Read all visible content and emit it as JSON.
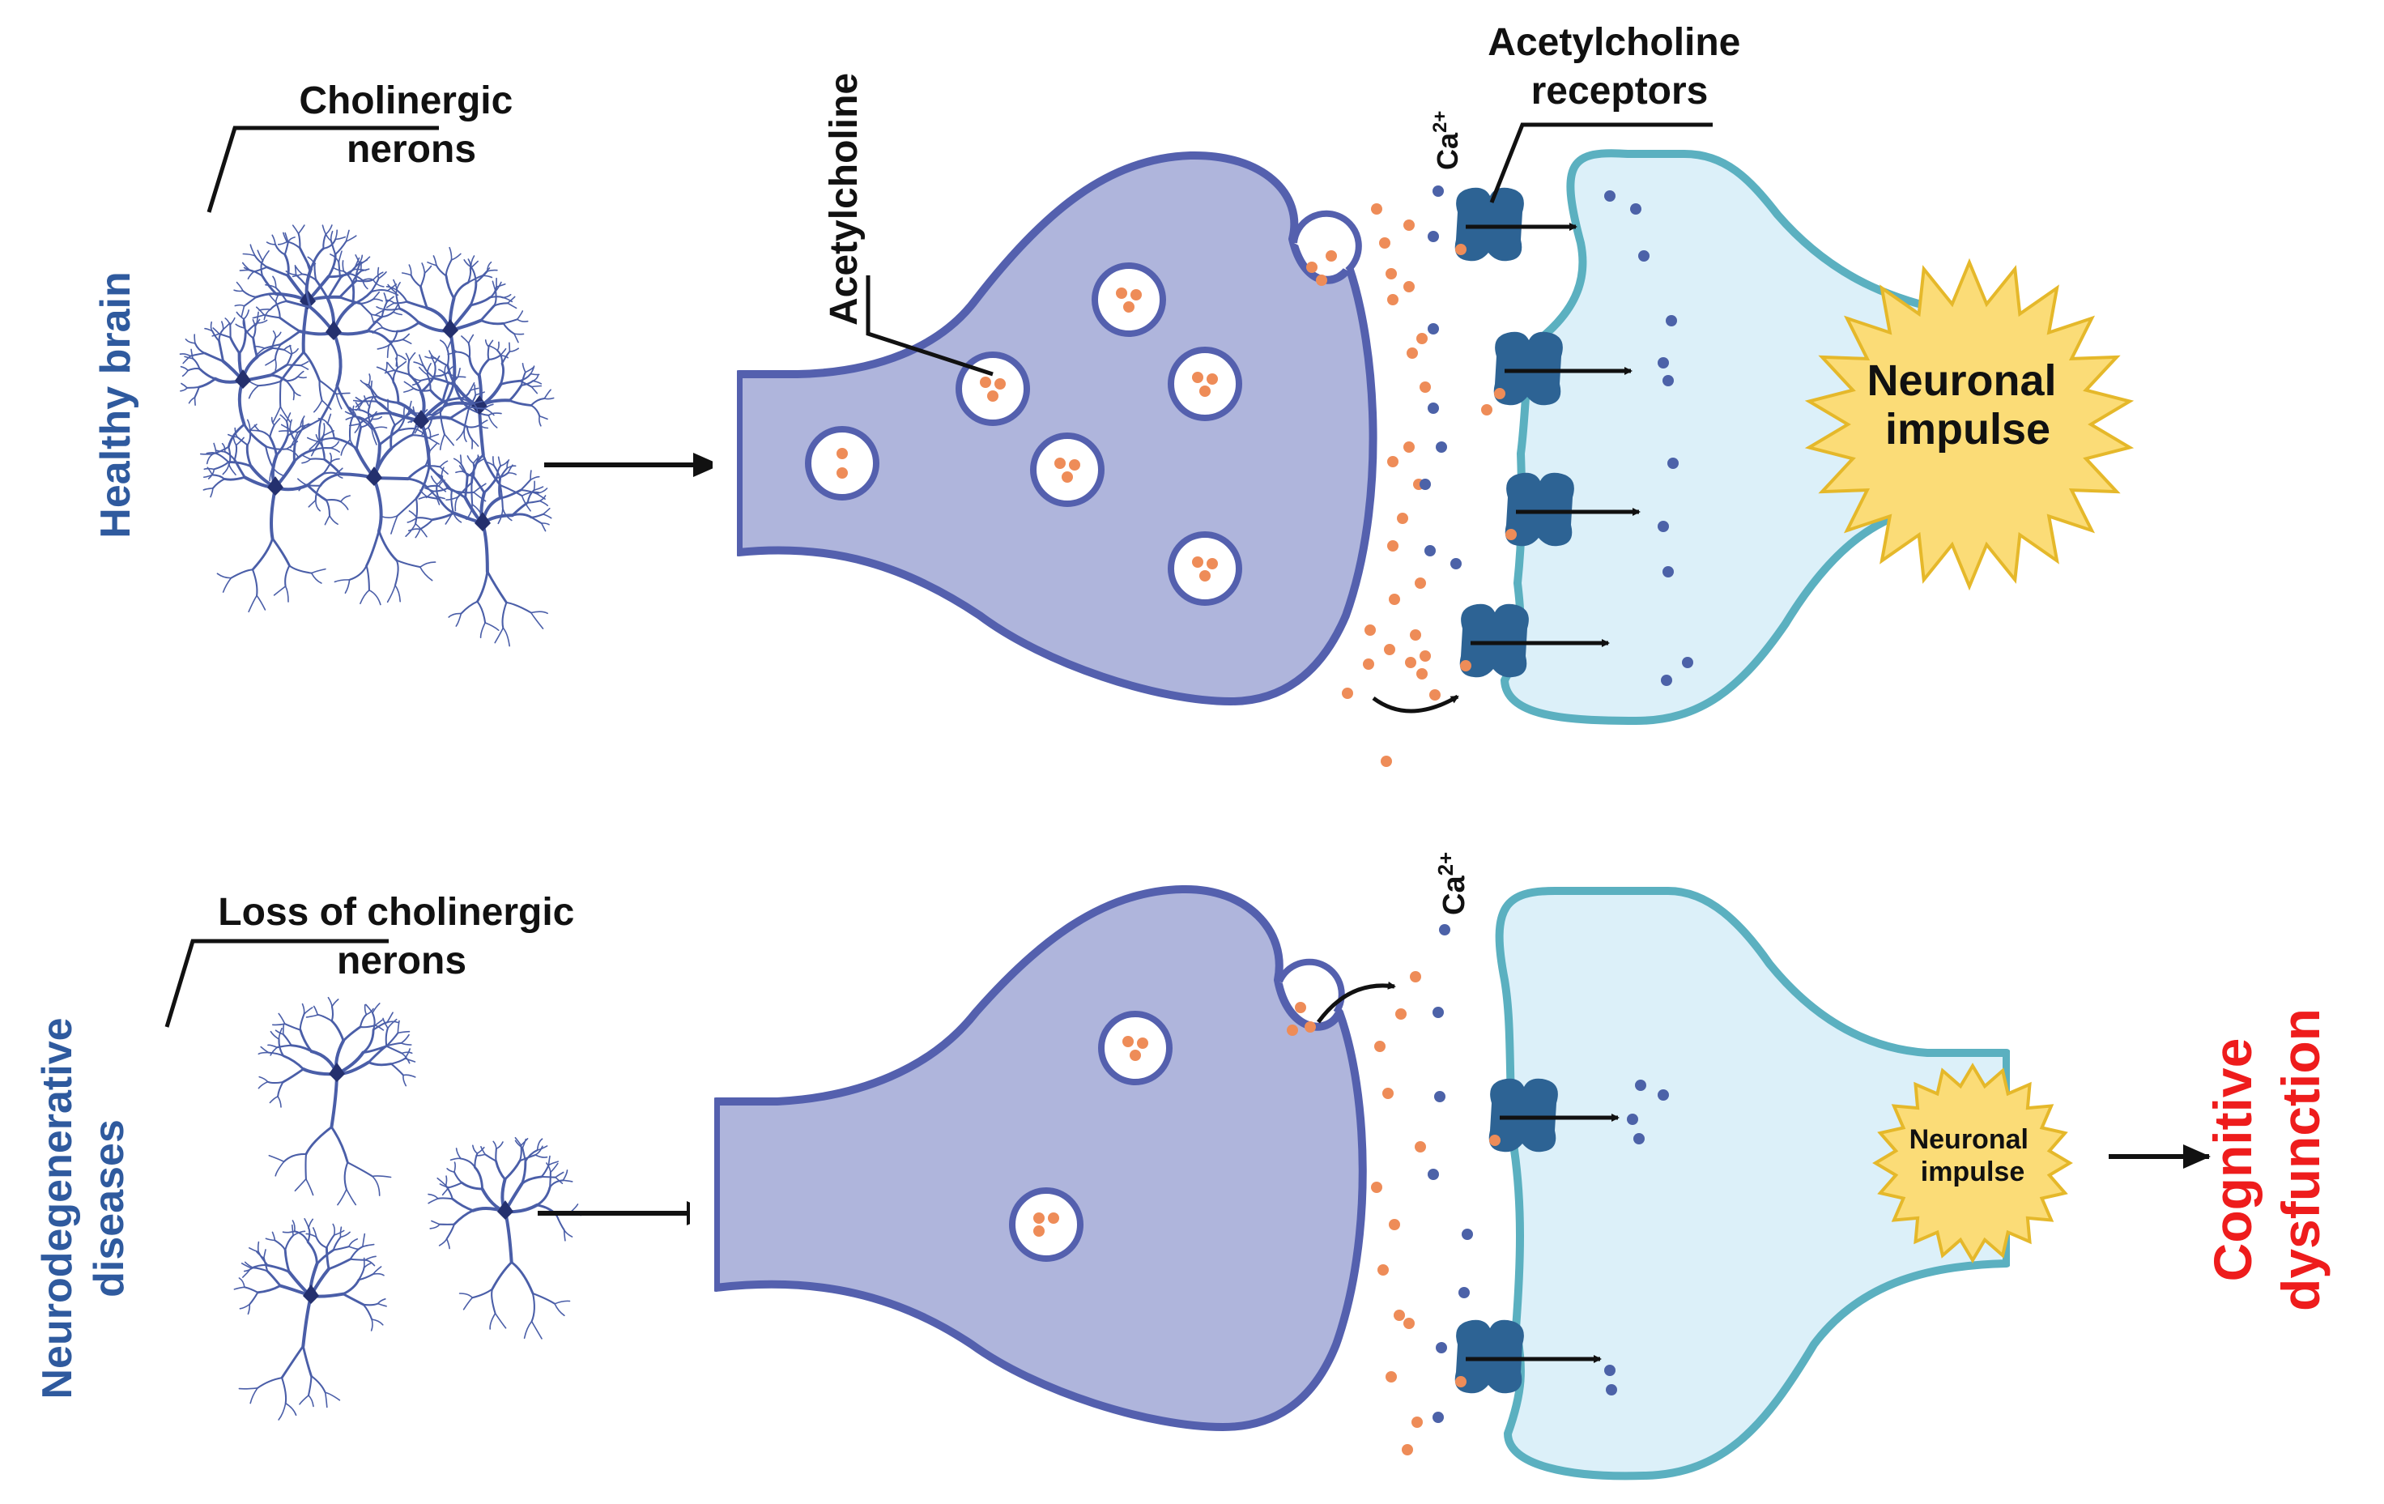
{
  "healthy": {
    "side_label": "Healthy brain",
    "neurons_label": [
      "Cholinergic",
      "nerons"
    ],
    "acetylcholine_label": "Acetylcholine",
    "receptors_label": [
      "Acetylcholine",
      "receptors"
    ],
    "calcium_label": "Ca",
    "calcium_sup": "2+",
    "impulse_label": [
      "Neuronal",
      "impulse"
    ]
  },
  "disease": {
    "side_label": [
      "Neurodegenerative",
      "diseases"
    ],
    "neurons_label": [
      "Loss of cholinergic",
      "nerons"
    ],
    "calcium_label": "Ca",
    "calcium_sup": "2+",
    "impulse_label": [
      "Neuronal",
      "impulse"
    ],
    "outcome_label": [
      "Cognitive",
      "dysfunction"
    ]
  },
  "colors": {
    "presynaptic_fill": "#afb5dc",
    "presynaptic_stroke": "#5460ae",
    "postsynaptic_fill": "#dcf0f9",
    "postsynaptic_stroke": "#5bb0c0",
    "receptor": "#2d6394",
    "acetylcholine_dot": "#ee8c58",
    "calcium_dot": "#4c62a8",
    "impulse_fill": "#fbdc77",
    "impulse_stroke": "#e5b82a",
    "side_text": "#2f5a9e",
    "outcome_text": "#ee1c1c",
    "neuron": "#4a5ea8"
  }
}
